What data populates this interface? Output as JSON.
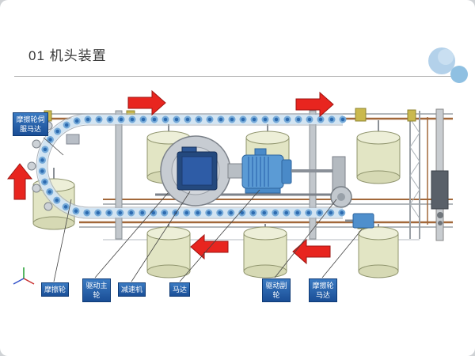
{
  "slide": {
    "title": "01 机头装置"
  },
  "diagram": {
    "labels": {
      "friction_servo_motor": "摩擦轮伺服马达",
      "friction_wheel": "摩擦轮",
      "drive_main_wheel": "驱动主轮",
      "reducer": "减速机",
      "motor": "马达",
      "drive_sub_wheel": "驱动副轮",
      "friction_wheel_motor": "摩擦轮马达"
    },
    "direction_arrows": [
      {
        "name": "arrow-top-left",
        "direction": "right"
      },
      {
        "name": "arrow-top-right",
        "direction": "right"
      },
      {
        "name": "arrow-left-side",
        "direction": "up"
      },
      {
        "name": "arrow-bottom-middle",
        "direction": "left"
      },
      {
        "name": "arrow-bottom-right",
        "direction": "left"
      }
    ],
    "icons": [
      "xyz-axis-icon",
      "decorative-circles"
    ]
  },
  "colors": {
    "label_blue": "#1c5cb0",
    "arrow_red": "#e8251f",
    "chain_blue": "#2d6bb0",
    "chain_light": "#d2e4f2",
    "drum_body": "#e2e5c4",
    "motor_blue": "#5b9bd5",
    "gearbox_navy": "#24497e",
    "rail_copper": "#a2683a",
    "deco_circle_large": "#b3d1ea",
    "deco_circle_small": "#8fc0e2"
  }
}
